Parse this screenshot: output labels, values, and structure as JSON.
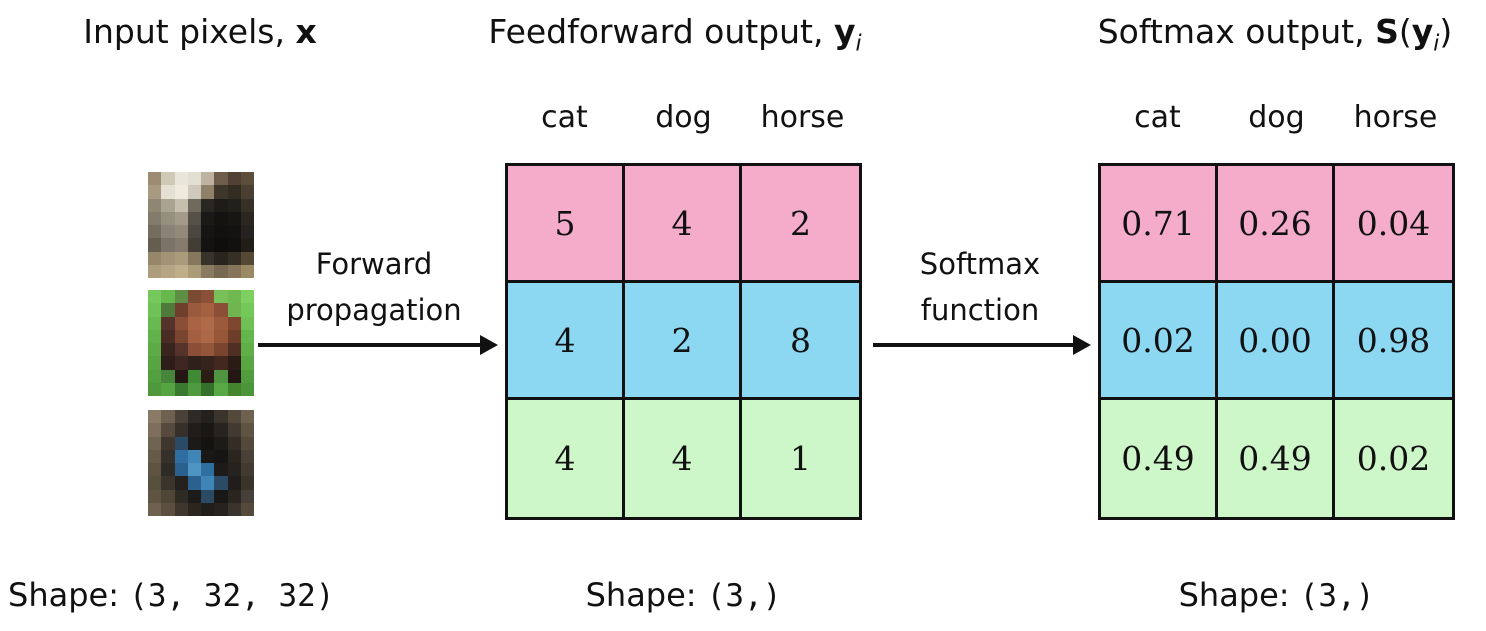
{
  "titles": {
    "input": {
      "text": "Input pixels,",
      "math": "x"
    },
    "feedforward": {
      "text": "Feedforward output,",
      "vec": "y",
      "sub": "i"
    },
    "softmax": {
      "text": "Softmax output,",
      "func": "S",
      "open": "(",
      "vec": "y",
      "sub": "i",
      "close": ")"
    }
  },
  "input_column": {
    "shape_label": "Shape:",
    "shape_value": "(3, 32, 32)",
    "images": [
      {
        "label": "cat-input-image",
        "pixels": [
          [
            "#9b8b73",
            "#cfc9b8",
            "#e9e5da",
            "#e3ded2",
            "#bdb3a0",
            "#6e5d49",
            "#4f4234",
            "#5d4e3c"
          ],
          [
            "#a79a80",
            "#e4e0d3",
            "#efeade",
            "#cfc9bb",
            "#8f8068",
            "#3f362b",
            "#332c23",
            "#4a3f30"
          ],
          [
            "#8f8673",
            "#aaa390",
            "#c7bfae",
            "#6f6a5e",
            "#2a2722",
            "#1e1c18",
            "#22201b",
            "#363026"
          ],
          [
            "#837b6c",
            "#95907e",
            "#a39a89",
            "#55504a",
            "#1b1915",
            "#151311",
            "#181613",
            "#2b2620"
          ],
          [
            "#746d5f",
            "#8a8375",
            "#92897a",
            "#4b463f",
            "#171513",
            "#121110",
            "#151312",
            "#262220"
          ],
          [
            "#655d50",
            "#7b7466",
            "#857c6e",
            "#423d35",
            "#151311",
            "#0f0e0d",
            "#131110",
            "#211e18"
          ],
          [
            "#97876a",
            "#a39275",
            "#ab9b7d",
            "#87775c",
            "#37322a",
            "#28241e",
            "#362f25",
            "#554936"
          ],
          [
            "#ad9d7d",
            "#b7a683",
            "#bfae89",
            "#ab9b78",
            "#8a7a5f",
            "#776851",
            "#86755a",
            "#998965"
          ]
        ]
      },
      {
        "label": "horse-input-image",
        "pixels": [
          [
            "#74c85c",
            "#67b94e",
            "#5f8f45",
            "#7a4a33",
            "#8a5038",
            "#79c058",
            "#6fba50",
            "#7ccf60"
          ],
          [
            "#6fc256",
            "#4f7a3c",
            "#6e3f2c",
            "#9a5a3d",
            "#a56040",
            "#8b4f35",
            "#70b551",
            "#74c85a"
          ],
          [
            "#68ba50",
            "#55322a",
            "#8a4f36",
            "#aa6445",
            "#b06a48",
            "#9c5a3c",
            "#7f4730",
            "#6fc055"
          ],
          [
            "#62b24b",
            "#4a2c24",
            "#7a452f",
            "#a35f41",
            "#ad6846",
            "#985638",
            "#6d3d2a",
            "#65b54d"
          ],
          [
            "#5cab46",
            "#3a241e",
            "#55332a",
            "#8a4f36",
            "#94563a",
            "#7a452f",
            "#4f2e24",
            "#5fae48"
          ],
          [
            "#57a442",
            "#2e1d18",
            "#3f2721",
            "#2e201b",
            "#35231d",
            "#42281f",
            "#2a1b16",
            "#58a743"
          ],
          [
            "#549f3f",
            "#47863a",
            "#241714",
            "#3f8a34",
            "#2c1c16",
            "#4f9440",
            "#241713",
            "#519c3e"
          ],
          [
            "#4f983b",
            "#55a341",
            "#3a7a30",
            "#4f9a3e",
            "#356f2c",
            "#57a744",
            "#44842f",
            "#4c943a"
          ]
        ]
      },
      {
        "label": "dog-input-image",
        "pixels": [
          [
            "#8a7a66",
            "#6e6152",
            "#4a4238",
            "#2e2a26",
            "#23201d",
            "#3a342c",
            "#55493c",
            "#6e6150"
          ],
          [
            "#7d6f5c",
            "#56493d",
            "#35302a",
            "#201d1a",
            "#1a1816",
            "#262320",
            "#423a30",
            "#5f5444"
          ],
          [
            "#6f6352",
            "#3f372e",
            "#2a4a66",
            "#1c1a18",
            "#151312",
            "#1d1b18",
            "#332d26",
            "#544a3c"
          ],
          [
            "#665a4a",
            "#35302a",
            "#2e6ea0",
            "#3f85b8",
            "#1a1816",
            "#171513",
            "#2a251f",
            "#4a4136"
          ],
          [
            "#5f5444",
            "#2e2a24",
            "#2a618f",
            "#4f95c4",
            "#2e6ea0",
            "#1d1b18",
            "#262220",
            "#423a30"
          ],
          [
            "#57503f",
            "#3a342c",
            "#23201d",
            "#2a618f",
            "#3f85b8",
            "#2a4a66",
            "#201d1a",
            "#3a332a"
          ],
          [
            "#5f5444",
            "#4f4638",
            "#2e2a24",
            "#1d1b18",
            "#2a4a66",
            "#1a1816",
            "#2a251f",
            "#47403a"
          ],
          [
            "#6e6150",
            "#5a4f40",
            "#3f372e",
            "#2a251f",
            "#201d1a",
            "#262220",
            "#3a342c",
            "#55493c"
          ]
        ]
      }
    ]
  },
  "arrows": [
    {
      "name": "forward-propagation",
      "label_lines": [
        "Forward",
        "propagation"
      ]
    },
    {
      "name": "softmax-function",
      "label_lines": [
        "Softmax",
        "function"
      ]
    }
  ],
  "feedforward_table": {
    "columns": [
      "cat",
      "dog",
      "horse"
    ],
    "rows": [
      {
        "color": "#F5ACCB",
        "values": [
          "5",
          "4",
          "2"
        ]
      },
      {
        "color": "#8CD7F2",
        "values": [
          "4",
          "2",
          "8"
        ]
      },
      {
        "color": "#CEF7C9",
        "values": [
          "4",
          "4",
          "1"
        ]
      }
    ],
    "shape_label": "Shape:",
    "shape_value": "(3,)"
  },
  "softmax_table": {
    "columns": [
      "cat",
      "dog",
      "horse"
    ],
    "rows": [
      {
        "color": "#F5ACCB",
        "values": [
          "0.71",
          "0.26",
          "0.04"
        ]
      },
      {
        "color": "#8CD7F2",
        "values": [
          "0.02",
          "0.00",
          "0.98"
        ]
      },
      {
        "color": "#CEF7C9",
        "values": [
          "0.49",
          "0.49",
          "0.02"
        ]
      }
    ],
    "shape_label": "Shape:",
    "shape_value": "(3,)"
  },
  "colors": {
    "row_pink": "#F5ACCB",
    "row_blue": "#8CD7F2",
    "row_green": "#CEF7C9",
    "border": "#111111"
  }
}
